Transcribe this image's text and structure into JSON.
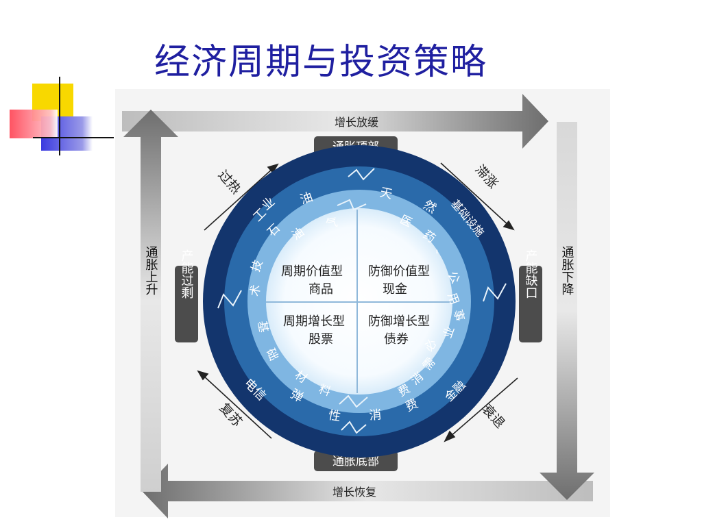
{
  "title": "经济周期与投资策略",
  "top_arrow": "增长放缓",
  "bottom_arrow": "增长恢复",
  "left_arrow": "通胀上升",
  "right_arrow": "通胀下降",
  "badges": {
    "top": "通胀顶部",
    "bottom": "通胀底部",
    "left": "产能过剩",
    "right": "产能缺口"
  },
  "phases": {
    "upper_left": "过热",
    "upper_right": "滞涨",
    "lower_left": "复苏",
    "lower_right": "衰退"
  },
  "quadrants": {
    "upper_left": [
      "周期价值型",
      "商品"
    ],
    "upper_right": [
      "防御价值型",
      "现金"
    ],
    "lower_left": [
      "周期增长型",
      "股票"
    ],
    "lower_right": [
      "防御增长型",
      "债券"
    ]
  },
  "outer_ring_chars": [
    "工",
    "业",
    "油",
    "天",
    "然",
    "基础设施",
    "电信",
    "弹",
    "性",
    "消",
    "费",
    "金融"
  ],
  "inner_ring_chars": [
    "石",
    "油",
    "气",
    "医",
    "药",
    "、",
    "公",
    "用",
    "事",
    "业",
    "技",
    "术",
    "基",
    "础",
    "材",
    "料",
    "必",
    "需",
    "消",
    "费"
  ]
}
